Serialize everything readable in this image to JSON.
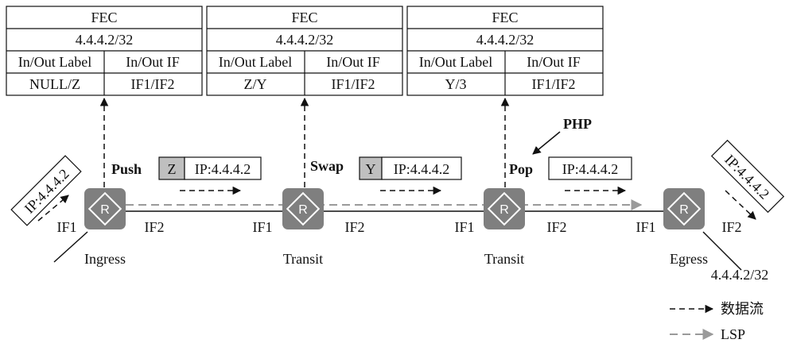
{
  "fec_tables": [
    {
      "header": "FEC",
      "fec": "4.4.4.2/32",
      "col1": "In/Out Label",
      "col2": "In/Out IF",
      "label": "NULL/Z",
      "iface": "IF1/IF2"
    },
    {
      "header": "FEC",
      "fec": "4.4.4.2/32",
      "col1": "In/Out Label",
      "col2": "In/Out IF",
      "label": "Z/Y",
      "iface": "IF1/IF2"
    },
    {
      "header": "FEC",
      "fec": "4.4.4.2/32",
      "col1": "In/Out Label",
      "col2": "In/Out IF",
      "label": "Y/3",
      "iface": "IF1/IF2"
    }
  ],
  "routers": [
    {
      "name": "Ingress",
      "icon": "R",
      "if_in": "IF1",
      "if_out": "IF2"
    },
    {
      "name": "Transit",
      "icon": "R",
      "if_in": "IF1",
      "if_out": "IF2"
    },
    {
      "name": "Transit",
      "icon": "R",
      "if_in": "IF1",
      "if_out": "IF2"
    },
    {
      "name": "Egress",
      "icon": "R",
      "if_in": "IF1",
      "if_out": "IF2"
    }
  ],
  "operations": {
    "push": "Push",
    "swap": "Swap",
    "pop": "Pop",
    "php": "PHP"
  },
  "packets": {
    "incoming": "IP:4.4.4.2",
    "after_push_label": "Z",
    "after_push_ip": "IP:4.4.4.2",
    "after_swap_label": "Y",
    "after_swap_ip": "IP:4.4.4.2",
    "after_pop_ip": "IP:4.4.4.2",
    "outgoing": "IP:4.4.4.2"
  },
  "egress_prefix": "4.4.4.2/32",
  "legend": {
    "data_flow": "数据流",
    "lsp": "LSP"
  },
  "colors": {
    "router": "#7f7f7f",
    "label_fill": "#bfbfbf",
    "lsp": "#9a9a9a",
    "line": "#111111"
  }
}
